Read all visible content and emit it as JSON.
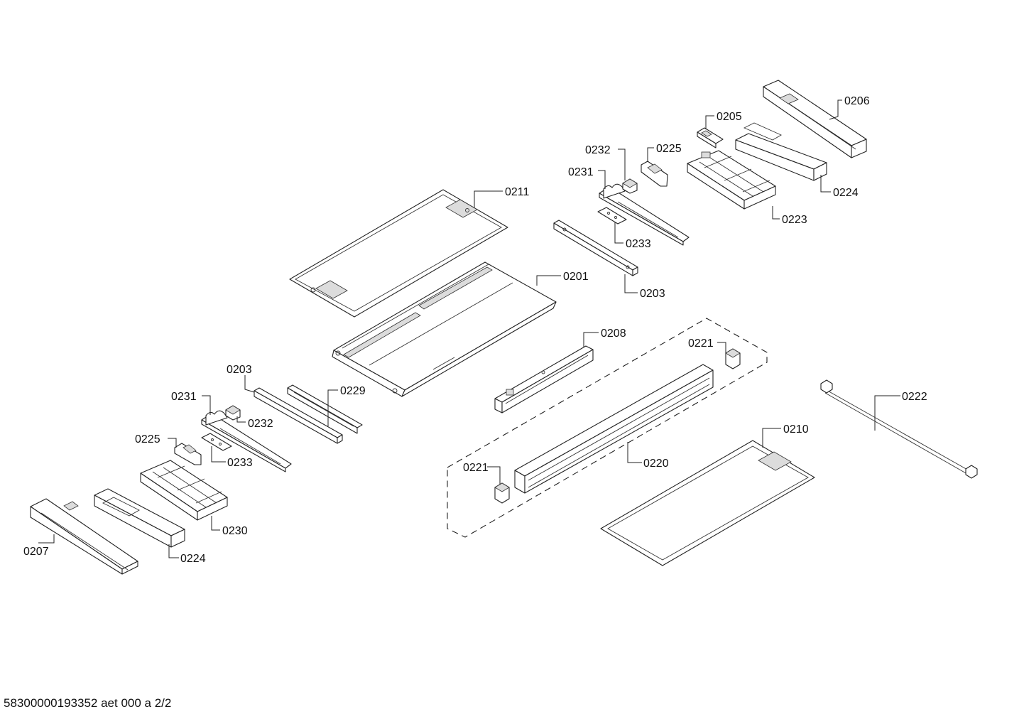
{
  "labels": {
    "l0206": "0206",
    "l0205": "0205",
    "l0232a": "0232",
    "l0225a": "0225",
    "l0231a": "0231",
    "l0224a": "0224",
    "l0211": "0211",
    "l0223": "0223",
    "l0233a": "0233",
    "l0201": "0201",
    "l0203a": "0203",
    "l0208": "0208",
    "l0221a": "0221",
    "l0203b": "0203",
    "l0229": "0229",
    "l0231b": "0231",
    "l0222": "0222",
    "l0232b": "0232",
    "l0225b": "0225",
    "l0210": "0210",
    "l0233b": "0233",
    "l0221b": "0221",
    "l0220": "0220",
    "l0230": "0230",
    "l0207": "0207",
    "l0224b": "0224"
  },
  "footer": "58300000193352 aet 000 a 2/2"
}
